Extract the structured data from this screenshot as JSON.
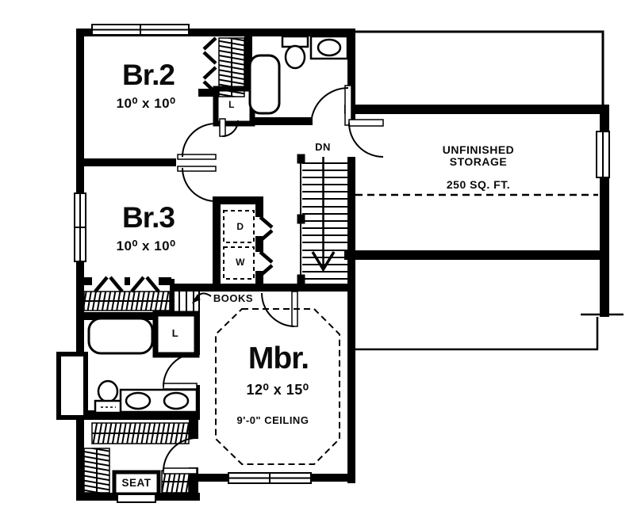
{
  "colors": {
    "ink": "#000000",
    "paper": "#ffffff"
  },
  "rooms": {
    "br2": {
      "name": "Br.2",
      "dims": "10⁰ x 10⁰"
    },
    "br3": {
      "name": "Br.3",
      "dims": "10⁰ x 10⁰"
    },
    "mbr": {
      "name": "Mbr.",
      "dims": "12⁰ x 15⁰",
      "ceiling": "9'-0\" CEILING"
    },
    "storage": {
      "name_line1": "UNFINISHED",
      "name_line2": "STORAGE",
      "area": "250 SQ. FT."
    }
  },
  "labels": {
    "stairs_direction": "DN",
    "bookshelf": "BOOKS",
    "window_seat": "SEAT",
    "dryer": "D",
    "washer": "W",
    "linen_upper": "L",
    "linen_master": "L"
  }
}
